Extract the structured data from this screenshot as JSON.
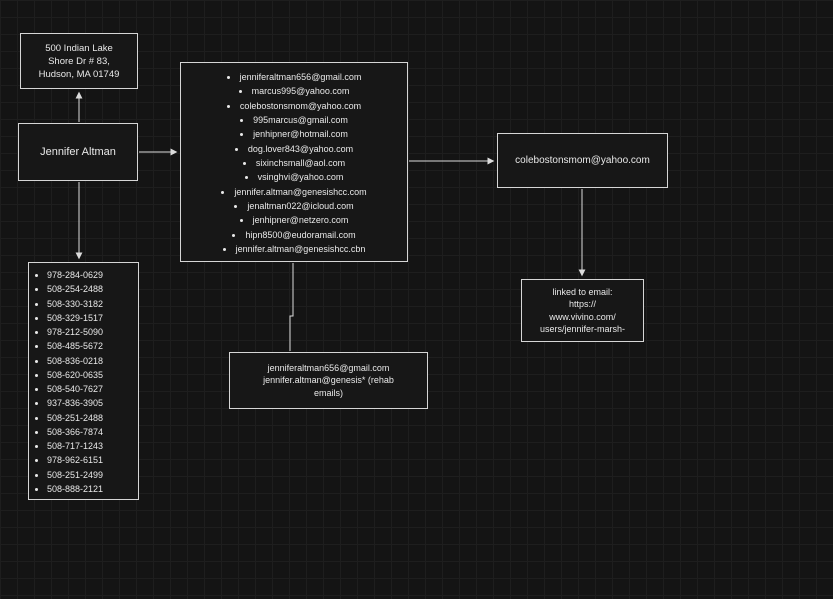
{
  "diagram": {
    "colors": {
      "background": "#141414",
      "grid_line": "#1e1e1e",
      "node_fill": "#171717",
      "node_border": "#d6d6d6",
      "text": "#e9e9e9",
      "connector": "#dcdcdc"
    },
    "nodes": {
      "address": {
        "text": "500 Indian Lake\nShore Dr # 83,\nHudson, MA 01749"
      },
      "person": {
        "label": "Jennifer Altman"
      },
      "phones": {
        "items": [
          "978-284-0629",
          "508-254-2488",
          "508-330-3182",
          "508-329-1517",
          "978-212-5090",
          "508-485-5672",
          "508-836-0218",
          "508-620-0635",
          "508-540-7627",
          "937-836-3905",
          "508-251-2488",
          "508-366-7874",
          "508-717-1243",
          "978-962-6151",
          "508-251-2499",
          "508-888-2121"
        ]
      },
      "emails": {
        "items": [
          "jenniferaltman656@gmail.com",
          "marcus995@yahoo.com",
          "colebostonsmom@yahoo.com",
          "995marcus@gmail.com",
          "jenhipner@hotmail.com",
          "dog.lover843@yahoo.com",
          "sixinchsmall@aol.com",
          "vsinghvi@yahoo.com",
          "jennifer.altman@genesishcc.com",
          "jenaltman022@icloud.com",
          "jenhipner@netzero.com",
          "hipn8500@eudoramail.com",
          "jennifer.altman@genesishcc.cbn"
        ]
      },
      "cole_email": {
        "label": "colebostonsmom@yahoo.com"
      },
      "vivino": {
        "text": "linked to email:\nhttps://\nwww.vivino.com/\nusers/jennifer-marsh-"
      },
      "rehab": {
        "text": "jenniferaltman656@gmail.com\njennifer.altman@genesis* (rehab\nemails)"
      }
    }
  }
}
